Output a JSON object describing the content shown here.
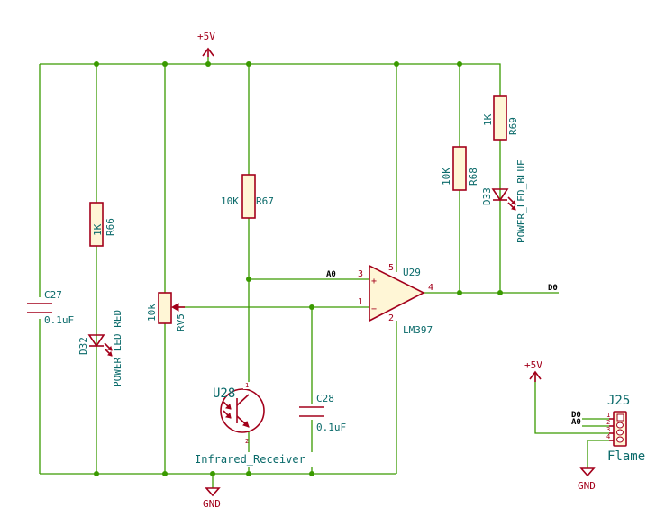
{
  "power": {
    "vcc_top": "+5V",
    "vcc_conn": "+5V",
    "gnd_bottom": "GND",
    "gnd_conn": "GND"
  },
  "capacitors": {
    "c27": {
      "ref": "C27",
      "value": "0.1uF"
    },
    "c28": {
      "ref": "C28",
      "value": "0.1uF"
    }
  },
  "resistors": {
    "r66": {
      "ref": "R66",
      "value": "1K"
    },
    "r67": {
      "ref": "R67",
      "value": "10K"
    },
    "r68": {
      "ref": "R68",
      "value": "10K"
    },
    "r69": {
      "ref": "R69",
      "value": "1K"
    }
  },
  "pot": {
    "ref": "RV5",
    "value": "10k"
  },
  "leds": {
    "d32": {
      "ref": "D32",
      "value": "POWER_LED_RED"
    },
    "d33": {
      "ref": "D33",
      "value": "POWER_LED_BLUE"
    }
  },
  "receiver": {
    "ref": "U28",
    "value": "Infrared_Receiver",
    "pin1": "1",
    "pin2": "2"
  },
  "comparator": {
    "ref": "U29",
    "value": "LM397",
    "pin3": "3",
    "pin1": "1",
    "pin5": "5",
    "pin2": "2",
    "pin4": "4",
    "plus": "+",
    "minus": "−"
  },
  "nets": {
    "a0": "A0",
    "d0": "D0"
  },
  "connector": {
    "ref": "J25",
    "value": "Flame",
    "net_d0": "D0",
    "net_a0": "A0",
    "pin1": "1",
    "pin2": "2",
    "pin3": "3",
    "pin4": "4"
  }
}
